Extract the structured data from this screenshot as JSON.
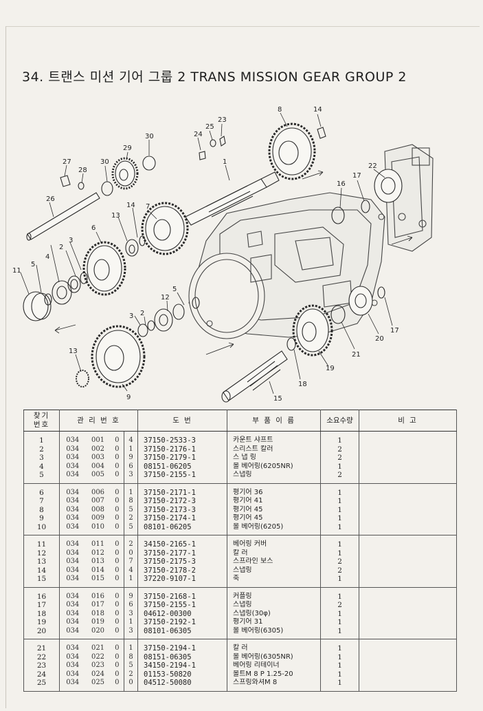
{
  "page": {
    "title": "34. 트랜스 미션 기어 그룹 2  TRANS MISSION GEAR GROUP 2"
  },
  "diagram": {
    "callouts": [
      {
        "label": "1"
      },
      {
        "label": "2"
      },
      {
        "label": "2"
      },
      {
        "label": "3"
      },
      {
        "label": "3"
      },
      {
        "label": "4"
      },
      {
        "label": "5"
      },
      {
        "label": "5"
      },
      {
        "label": "6"
      },
      {
        "label": "7"
      },
      {
        "label": "8"
      },
      {
        "label": "9"
      },
      {
        "label": "11"
      },
      {
        "label": "12"
      },
      {
        "label": "13"
      },
      {
        "label": "13"
      },
      {
        "label": "14"
      },
      {
        "label": "14"
      },
      {
        "label": "15"
      },
      {
        "label": "16"
      },
      {
        "label": "17"
      },
      {
        "label": "17"
      },
      {
        "label": "18"
      },
      {
        "label": "19"
      },
      {
        "label": "20"
      },
      {
        "label": "21"
      },
      {
        "label": "22"
      },
      {
        "label": "23"
      },
      {
        "label": "24"
      },
      {
        "label": "25"
      },
      {
        "label": "26"
      },
      {
        "label": "27"
      },
      {
        "label": "28"
      },
      {
        "label": "29"
      },
      {
        "label": "30"
      },
      {
        "label": "30"
      }
    ]
  },
  "table": {
    "headers": {
      "no": "찾기\n번호",
      "mgmt": "관 리 번 호",
      "drawing": "도        번",
      "name": "부 품 이 름",
      "qty": "소요수량",
      "remarks": "비    고"
    },
    "rows": [
      {
        "no": "1",
        "c1": "034",
        "c2": "001",
        "c3": "0",
        "c4": "4",
        "part": "37150-2533-3",
        "name": "카운트 샤프트",
        "qty": "1"
      },
      {
        "no": "2",
        "c1": "034",
        "c2": "002",
        "c3": "0",
        "c4": "1",
        "part": "37150-2176-1",
        "name": "스리스트 칼러",
        "qty": "2"
      },
      {
        "no": "3",
        "c1": "034",
        "c2": "003",
        "c3": "0",
        "c4": "9",
        "part": "37150-2179-1",
        "name": "스 냅 링",
        "qty": "2"
      },
      {
        "no": "4",
        "c1": "034",
        "c2": "004",
        "c3": "0",
        "c4": "6",
        "part": "08151-06205",
        "name": "볼 베어링(6205NR)",
        "qty": "1"
      },
      {
        "no": "5",
        "c1": "034",
        "c2": "005",
        "c3": "0",
        "c4": "3",
        "part": "37150-2155-1",
        "name": "스냅링",
        "qty": "2"
      },
      {
        "no": "6",
        "c1": "034",
        "c2": "006",
        "c3": "0",
        "c4": "1",
        "part": "37150-2171-1",
        "name": "평기어 36",
        "qty": "1"
      },
      {
        "no": "7",
        "c1": "034",
        "c2": "007",
        "c3": "0",
        "c4": "8",
        "part": "37150-2172-3",
        "name": "평기어 41",
        "qty": "1"
      },
      {
        "no": "8",
        "c1": "034",
        "c2": "008",
        "c3": "0",
        "c4": "5",
        "part": "37150-2173-3",
        "name": "평기어 45",
        "qty": "1"
      },
      {
        "no": "9",
        "c1": "034",
        "c2": "009",
        "c3": "0",
        "c4": "2",
        "part": "37150-2174-1",
        "name": "평기어 45",
        "qty": "1"
      },
      {
        "no": "10",
        "c1": "034",
        "c2": "010",
        "c3": "0",
        "c4": "5",
        "part": "08101-06205",
        "name": "볼 베어링(6205)",
        "qty": "1"
      },
      {
        "no": "11",
        "c1": "034",
        "c2": "011",
        "c3": "0",
        "c4": "2",
        "part": "34150-2165-1",
        "name": "베어링 커버",
        "qty": "1"
      },
      {
        "no": "12",
        "c1": "034",
        "c2": "012",
        "c3": "0",
        "c4": "0",
        "part": "37150-2177-1",
        "name": "칼    러",
        "qty": "1"
      },
      {
        "no": "13",
        "c1": "034",
        "c2": "013",
        "c3": "0",
        "c4": "7",
        "part": "37150-2175-3",
        "name": "스프라인 보스",
        "qty": "2"
      },
      {
        "no": "14",
        "c1": "034",
        "c2": "014",
        "c3": "0",
        "c4": "4",
        "part": "37150-2178-2",
        "name": "스냅링",
        "qty": "2"
      },
      {
        "no": "15",
        "c1": "034",
        "c2": "015",
        "c3": "0",
        "c4": "1",
        "part": "37220-9107-1",
        "name": "축",
        "qty": "1"
      },
      {
        "no": "16",
        "c1": "034",
        "c2": "016",
        "c3": "0",
        "c4": "9",
        "part": "37150-2168-1",
        "name": "커플링",
        "qty": "1"
      },
      {
        "no": "17",
        "c1": "034",
        "c2": "017",
        "c3": "0",
        "c4": "6",
        "part": "37150-2155-1",
        "name": "스냅링",
        "qty": "2"
      },
      {
        "no": "18",
        "c1": "034",
        "c2": "018",
        "c3": "0",
        "c4": "3",
        "part": "04612-00300",
        "name": "스냅링(30φ)",
        "qty": "1"
      },
      {
        "no": "19",
        "c1": "034",
        "c2": "019",
        "c3": "0",
        "c4": "1",
        "part": "37150-2192-1",
        "name": "평기어 31",
        "qty": "1"
      },
      {
        "no": "20",
        "c1": "034",
        "c2": "020",
        "c3": "0",
        "c4": "3",
        "part": "08101-06305",
        "name": "볼 베어링(6305)",
        "qty": "1"
      },
      {
        "no": "21",
        "c1": "034",
        "c2": "021",
        "c3": "0",
        "c4": "1",
        "part": "37150-2194-1",
        "name": "칼    러",
        "qty": "1"
      },
      {
        "no": "22",
        "c1": "034",
        "c2": "022",
        "c3": "0",
        "c4": "8",
        "part": "08151-06305",
        "name": "볼 베어링(6305NR)",
        "qty": "1"
      },
      {
        "no": "23",
        "c1": "034",
        "c2": "023",
        "c3": "0",
        "c4": "5",
        "part": "34150-2194-1",
        "name": "베어링 리테이너",
        "qty": "1"
      },
      {
        "no": "24",
        "c1": "034",
        "c2": "024",
        "c3": "0",
        "c4": "2",
        "part": "01153-50820",
        "name": "볼트M 8 P 1.25-20",
        "qty": "1"
      },
      {
        "no": "25",
        "c1": "034",
        "c2": "025",
        "c3": "0",
        "c4": "0",
        "part": "04512-50080",
        "name": "스프링와셔M 8",
        "qty": "1"
      }
    ]
  }
}
